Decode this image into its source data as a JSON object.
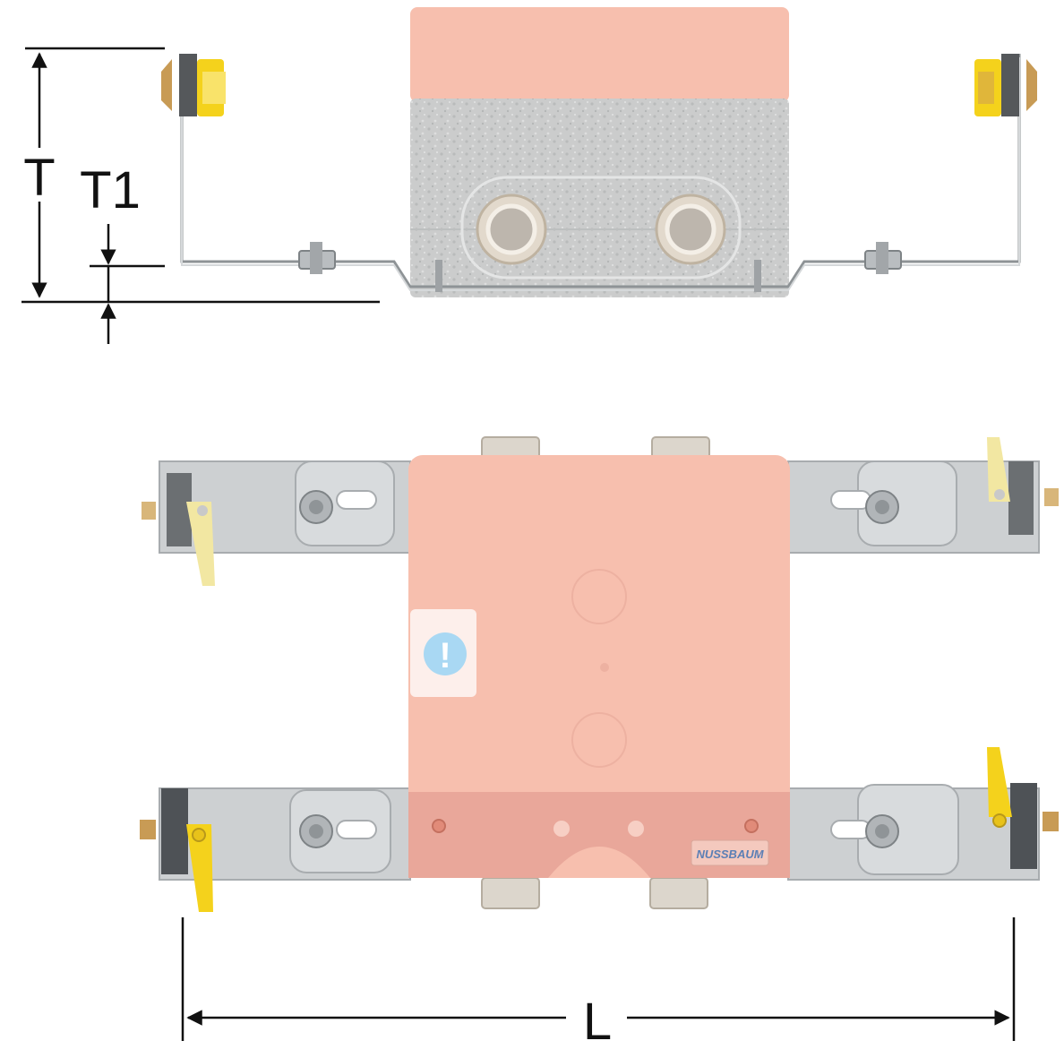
{
  "dimensions": {
    "depth_label": "T",
    "offset_label": "T1",
    "length_label": "L"
  },
  "front_view": {
    "brand_label": "NUSSBAUM",
    "info_glyph": "!"
  },
  "colors": {
    "box_salmon": "#F7BFAE",
    "box_foam": "#CBCCCC",
    "box_band": "#E9A79A",
    "bracket_steel": "#CDD0D2",
    "latch_yellow": "#F4D21C",
    "latch_pale": "#F2E7A2",
    "brass": "#C89B55",
    "line": "#111111",
    "brand_blue": "#5B7FB5",
    "info_blue": "#A9D8F3"
  },
  "icons": [
    "info-icon",
    "bolt-icon",
    "spring-clip-icon",
    "lever-latch-icon",
    "pipe-connector-icon"
  ]
}
